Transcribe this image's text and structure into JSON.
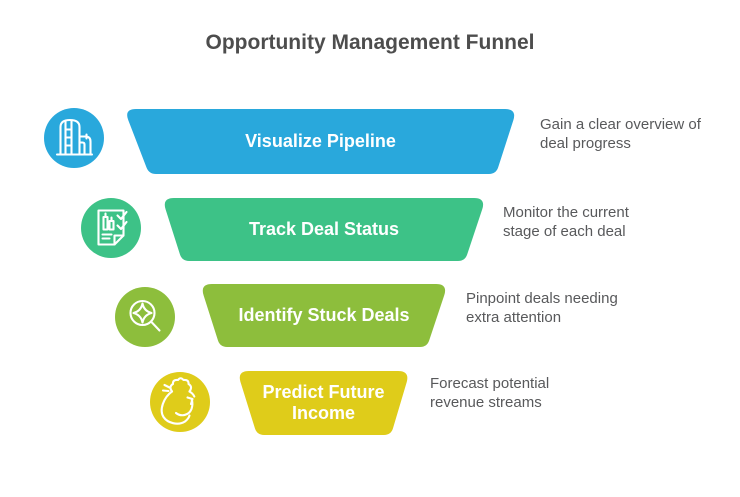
{
  "title": "Opportunity Management Funnel",
  "steps": [
    {
      "label": "Visualize Pipeline",
      "description": "Gain a clear overview of\ndeal progress",
      "color": "#29a8dc",
      "icon": "pipeline-silo-icon"
    },
    {
      "label": "Track Deal Status",
      "description": "Monitor the current\nstage of each deal",
      "color": "#3dc287",
      "icon": "checklist-document-icon"
    },
    {
      "label": "Identify Stuck Deals",
      "description": "Pinpoint deals needing\nextra attention",
      "color": "#8dbe3c",
      "icon": "magnifier-sparkle-icon"
    },
    {
      "label": "Predict Future Income",
      "description": "Forecast potential\nrevenue streams",
      "color": "#dfcc1a",
      "icon": "money-bag-icon"
    }
  ],
  "text_colors": {
    "title": "#4d4d4d",
    "description": "#58595b",
    "stage_label": "#ffffff"
  }
}
